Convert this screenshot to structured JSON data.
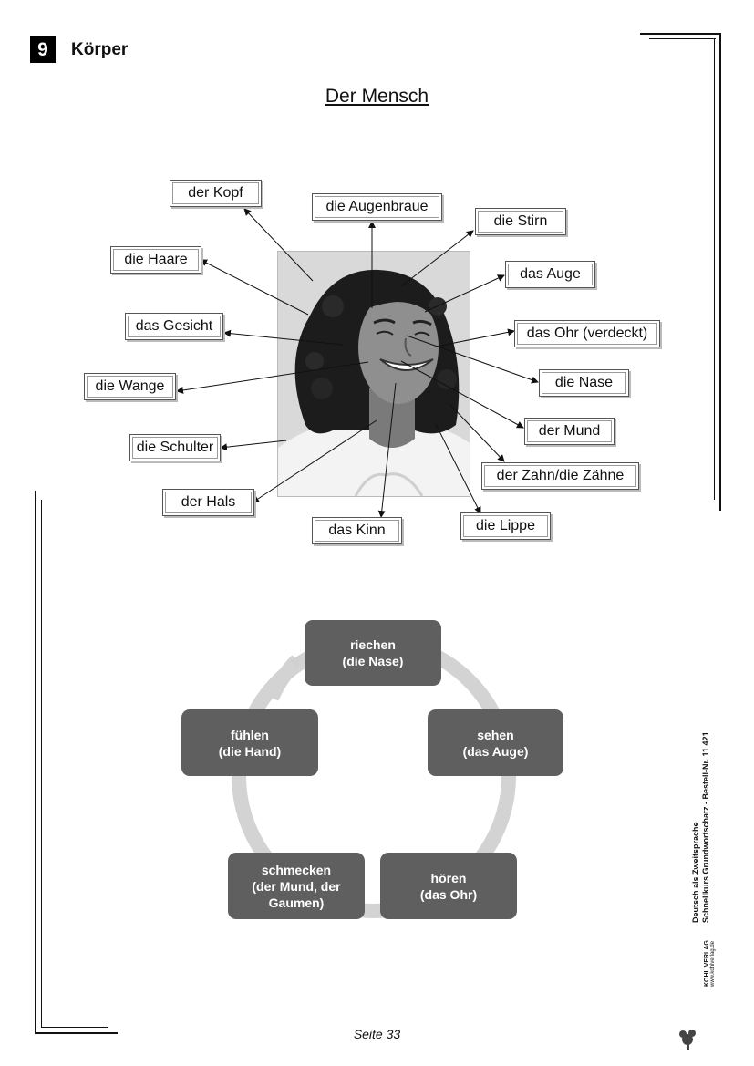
{
  "chapter": {
    "number": "9",
    "title": "Körper"
  },
  "page_title": "Der Mensch",
  "labels": {
    "kopf": "der Kopf",
    "augenbraue": "die Augenbraue",
    "stirn": "die Stirn",
    "haare": "die Haare",
    "auge": "das Auge",
    "gesicht": "das Gesicht",
    "ohr": "das Ohr (verdeckt)",
    "wange": "die Wange",
    "nase": "die Nase",
    "mund": "der Mund",
    "schulter": "die Schulter",
    "zahn": "der Zahn/die Zähne",
    "hals": "der Hals",
    "kinn": "das Kinn",
    "lippe": "die Lippe"
  },
  "senses_cycle": {
    "riechen": "riechen\n(die Nase)",
    "sehen": "sehen\n(das Auge)",
    "hoeren": "hören\n(das Ohr)",
    "schmecken": "schmecken\n(der Mund, der\nGaumen)",
    "fuehlen": "fühlen\n(die Hand)"
  },
  "side_text": {
    "line1": "Deutsch als Zweitsprache",
    "line2": "Schnellkurs Grundwortschatz   -   Bestell-Nr. 11 421"
  },
  "publisher": {
    "name": "KOHL VERLAG",
    "url": "www.kohlverlag.de"
  },
  "footer": "Seite 33"
}
